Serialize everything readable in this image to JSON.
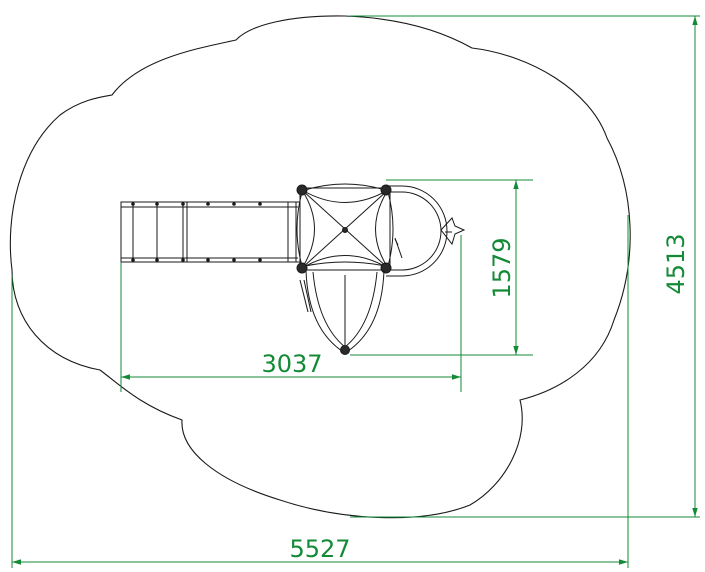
{
  "drawing": {
    "ink_color": "#1a1a1a",
    "dimension_color": "#138a36",
    "dimensions": {
      "overall_width": "5527",
      "overall_depth": "4513",
      "equipment_length": "3037",
      "equipment_width": "1579"
    }
  }
}
